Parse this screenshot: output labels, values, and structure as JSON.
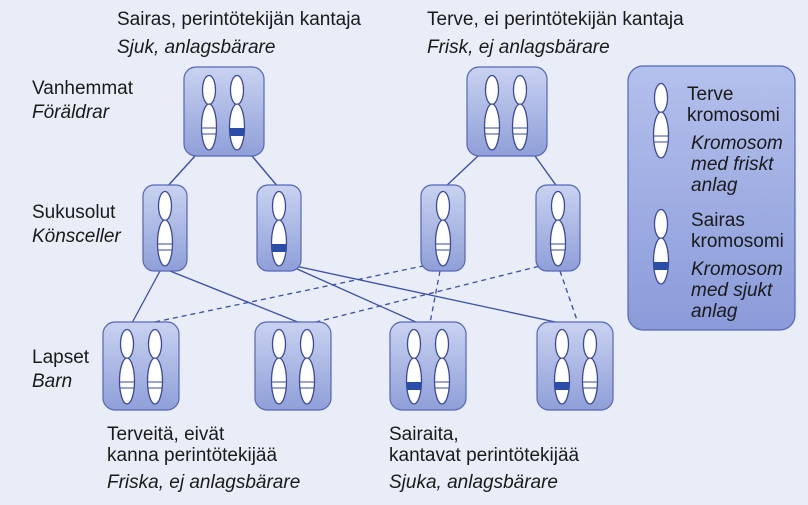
{
  "parents": {
    "left": {
      "fi": "Sairas, perintötekijän kantaja",
      "sv": "Sjuk, anlagsbärare"
    },
    "right": {
      "fi": "Terve, ei perintötekijän kantaja",
      "sv": "Frisk, ej anlagsbärare"
    }
  },
  "rows": {
    "parents": {
      "fi": "Vanhemmat",
      "sv": "Föräldrar"
    },
    "gametes": {
      "fi": "Sukusolut",
      "sv": "Könsceller"
    },
    "children": {
      "fi": "Lapset",
      "sv": "Barn"
    }
  },
  "legend": {
    "healthy": {
      "fi_line1": "Terve",
      "fi_line2": "kromosomi",
      "sv_line1": "Kromosom",
      "sv_line2": "med friskt",
      "sv_line3": "anlag"
    },
    "sick": {
      "fi_line1": "Sairas",
      "fi_line2": "kromosomi",
      "sv_line1": "Kromosom",
      "sv_line2": "med sjukt",
      "sv_line3": "anlag"
    }
  },
  "outcomes": {
    "healthy": {
      "fi_line1": "Terveitä, eivät",
      "fi_line2": "kanna perintötekijää",
      "sv": "Friska, ej anlagsbärare"
    },
    "sick": {
      "fi_line1": "Sairaita,",
      "fi_line2": "kantavat perintötekijää",
      "sv": "Sjuka, anlagsbärare"
    }
  },
  "colors": {
    "background": "#e8edf8",
    "box_fill_light": "#c9d2f0",
    "box_fill_dark": "#8f9fd8",
    "box_stroke": "#5566b8",
    "chromosome_fill": "#ffffff",
    "chromosome_stroke": "#3a4a9a",
    "disease_band": "#2a4da8",
    "line": "#3a4fa8"
  }
}
